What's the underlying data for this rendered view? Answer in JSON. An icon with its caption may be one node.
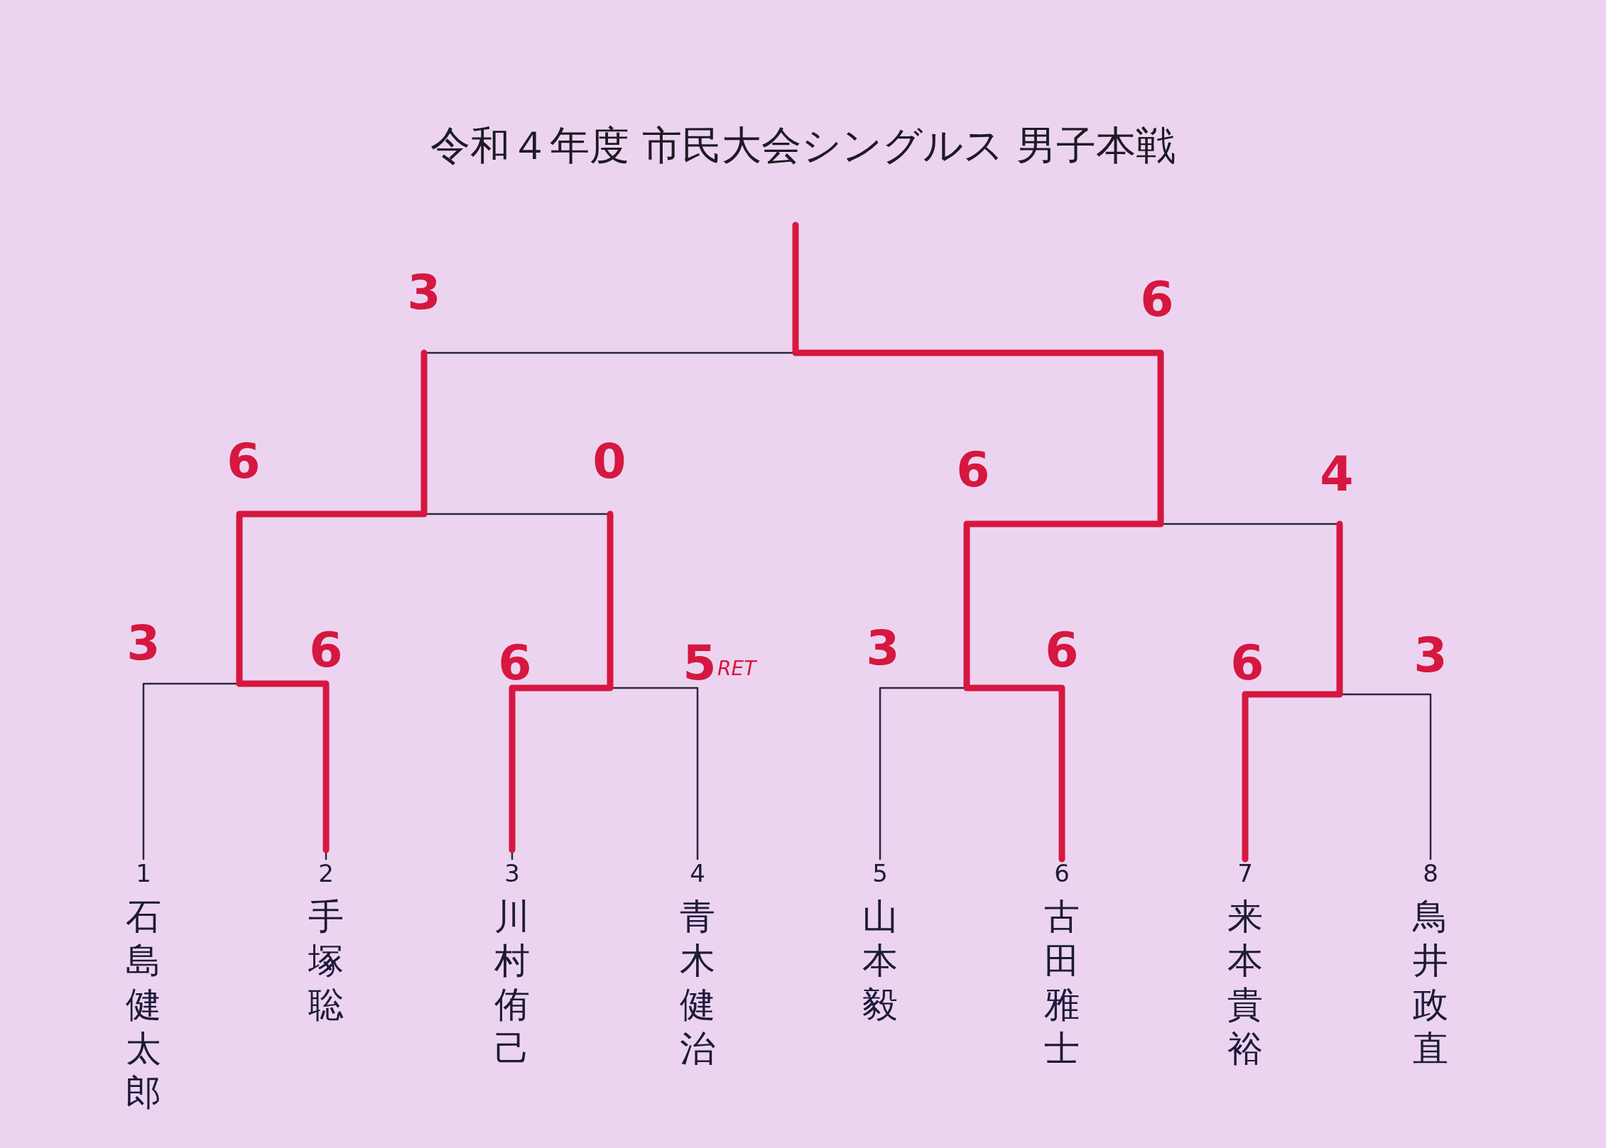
{
  "diagram": {
    "title": "令和４年度 市民大会シングルス 男子本戦",
    "nodes": [
      {
        "text": [
          "1",
          "石島健太郎"
        ]
      },
      {
        "text": [
          "2",
          "手塚聡"
        ]
      },
      {
        "text": [
          "3",
          "川村侑己"
        ]
      },
      {
        "text": [
          "4",
          "青木健治"
        ]
      },
      {
        "text": [
          "5",
          "山本毅"
        ]
      },
      {
        "text": [
          "6",
          "古田雅士"
        ]
      },
      {
        "text": [
          "7",
          "来本貴裕"
        ]
      },
      {
        "text": [
          "8",
          "鳥井政直"
        ]
      }
    ],
    "edges": [
      {
        "from": 0,
        "to": 1,
        "arrow": "none"
      },
      {
        "from": 2,
        "to": 3,
        "arrow": "none"
      },
      {
        "from": 4,
        "to": 5,
        "arrow": "none"
      },
      {
        "from": 6,
        "to": 7,
        "arrow": "none"
      }
    ],
    "labels": [
      "3",
      "6",
      "6",
      "0",
      "6",
      "4",
      "3",
      "6",
      "6",
      "5",
      "RET",
      "3",
      "6",
      "6",
      "3"
    ]
  }
}
